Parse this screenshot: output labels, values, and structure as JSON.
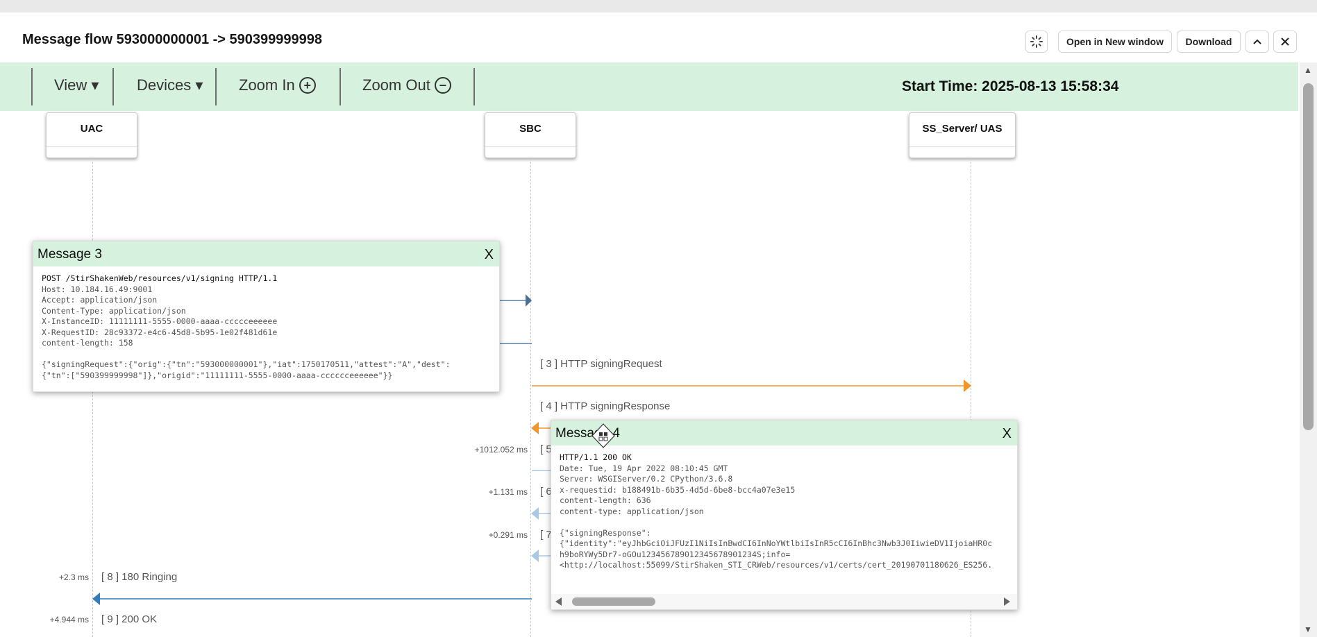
{
  "header": {
    "title": "Message flow 593000000001 -> 590399999998",
    "open_new_window": "Open in New window",
    "download": "Download"
  },
  "toolbar": {
    "view": "View ▾",
    "devices": "Devices ▾",
    "zoom_in": "Zoom In",
    "zoom_out": "Zoom Out",
    "start_time": "Start Time: 2025-08-13 15:58:34"
  },
  "lifelines": [
    "UAC",
    "SBC",
    "SS_Server/ UAS"
  ],
  "messages": {
    "m3": "[ 3 ] HTTP signingRequest",
    "m4": "[ 4 ] HTTP signingResponse",
    "m5_frag": "[ 5",
    "m6_frag": "[ 6",
    "m7_frag": "[ 7",
    "m8": "[ 8 ] 180 Ringing",
    "m9": "[ 9 ] 200 OK"
  },
  "times": {
    "t5": "+1012.052 ms",
    "t6": "+1.131 ms",
    "t7": "+0.291 ms",
    "t8": "+2.3 ms",
    "t9": "+4.944 ms"
  },
  "popup3": {
    "title": "Message 3",
    "close": "X",
    "first_line": "POST /StirShakenWeb/resources/v1/signing HTTP/1.1",
    "body": "Host: 10.184.16.49:9001\nAccept: application/json\nContent-Type: application/json\nX-InstanceID: 11111111-5555-0000-aaaa-ccccceeeeee\nX-RequestID: 28c93372-e4c6-45d8-5b95-1e02f481d61e\ncontent-length: 158\n\n{\"signingRequest\":{\"orig\":{\"tn\":\"593000000001\"},\"iat\":1750170511,\"attest\":\"A\",\"dest\":\n{\"tn\":[\"590399999998\"]},\"origid\":\"11111111-5555-0000-aaaa-cccccceeeeee\"}}"
  },
  "popup4": {
    "title": "Message 4",
    "close": "X",
    "first_line": "HTTP/1.1 200 OK",
    "body": "Date: Tue, 19 Apr 2022 08:10:45 GMT\nServer: WSGIServer/0.2 CPython/3.6.8\nx-requestid: b188491b-6b35-4d5d-6be8-bcc4a07e3e15\ncontent-length: 636\ncontent-type: application/json\n\n{\"signingResponse\":\n{\"identity\":\"eyJhbGciOiJFUzI1NiIsInBwdCI6InNoYWtlbiIsInR5cCI6InBhc3Nwb3J0IiwieDV1IjoiaHR0c\nh9boRYWy5Dr7-oGOu123456789012345678901234S;info=\n<http://localhost:55099/StirShaken_STI_CRWeb/resources/v1/certs/cert_20190701180626_ES256."
  },
  "colors": {
    "toolbar_bg": "#d6f1dd",
    "http_arrow": "#f0962a",
    "sip_arrow": "#2f7ec0",
    "light_arrow": "#a9c8e6"
  }
}
